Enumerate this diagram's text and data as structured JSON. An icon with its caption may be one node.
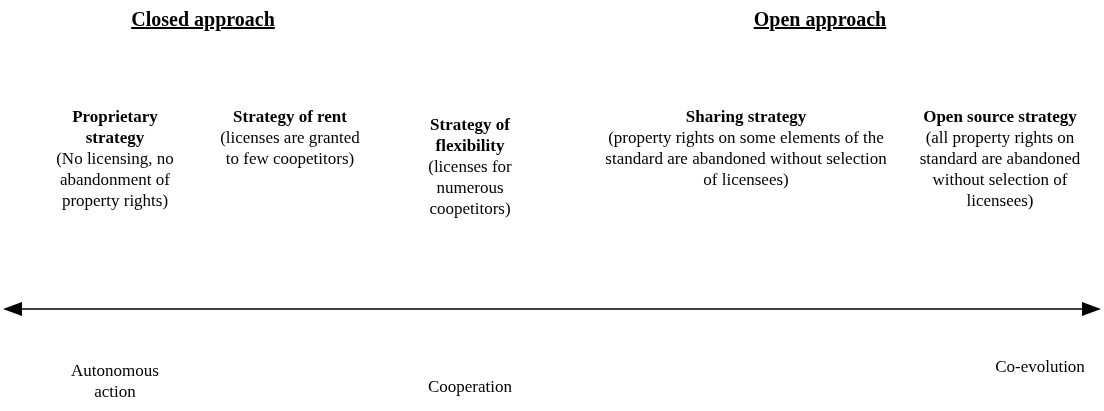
{
  "diagram": {
    "labels": [
      "Closed approach",
      "Open approach",
      "Proprietary strategy",
      "(No licensing, no abandonment of property rights)",
      "Strategy of rent",
      "(licenses are granted to few coopetitors)",
      "Strategy of flexibility",
      "(licenses for numerous coopetitors)",
      "Sharing  strategy",
      "(property rights on some elements of the  standard are abandoned without selection of licensees)",
      "Open source strategy",
      "(all property rights on standard are abandoned without selection of licensees)",
      "Autonomous action",
      "Cooperation",
      "Co-evolution"
    ]
  }
}
